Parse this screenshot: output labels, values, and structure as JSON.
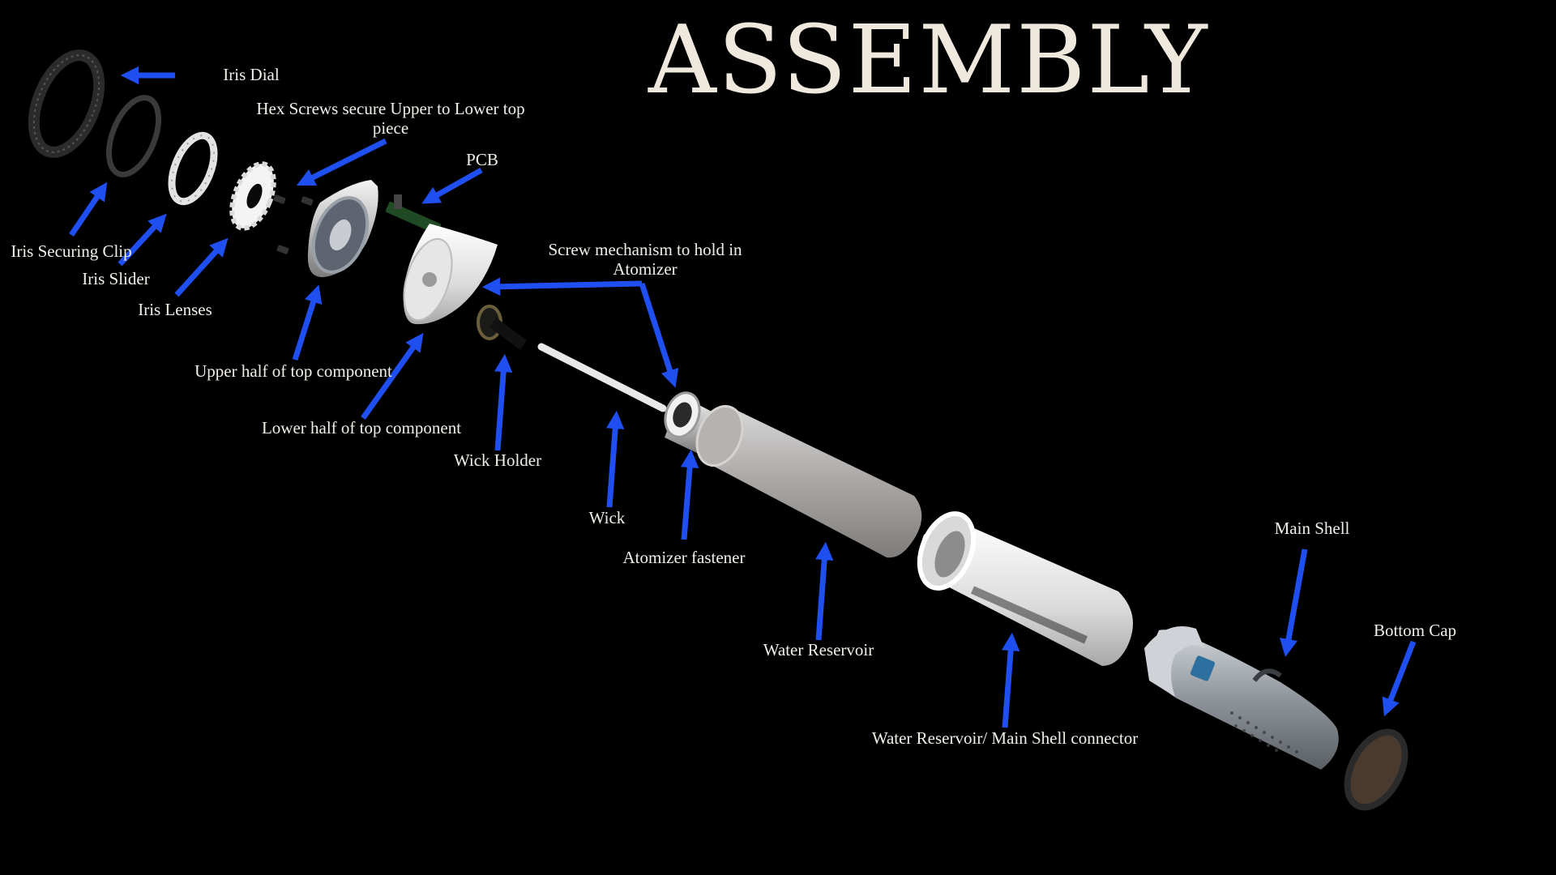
{
  "title": "ASSEMBLY",
  "colors": {
    "background": "#000000",
    "arrow": "#1f4ff0",
    "text": "#f2efe8"
  },
  "labels": {
    "iris_dial": "Iris Dial",
    "hex_screws": "Hex Screws secure Upper to Lower top piece",
    "pcb": "PCB",
    "iris_securing_clip": "Iris Securing Clip",
    "iris_slider": "Iris Slider",
    "iris_lenses": "Iris Lenses",
    "screw_mechanism": "Screw mechanism to hold in Atomizer",
    "upper_half": "Upper half of top component",
    "lower_half": "Lower half of top component",
    "wick_holder": "Wick Holder",
    "wick": "Wick",
    "atomizer_fastener": "Atomizer fastener",
    "water_reservoir": "Water Reservoir",
    "main_shell": "Main Shell",
    "bottom_cap": "Bottom Cap",
    "connector": "Water Reservoir/ Main Shell connector"
  }
}
